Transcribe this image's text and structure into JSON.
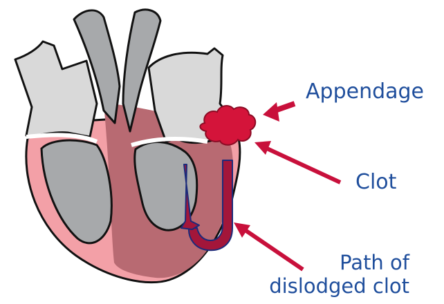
{
  "labels": {
    "appendage": "Appendage",
    "clot": "Clot",
    "path_line1": "Path of",
    "path_line2": "dislodged clot"
  },
  "colors": {
    "heart_pink": "#f3a0a7",
    "heart_muscle": "#b86a72",
    "chamber_gray": "#a7a9ab",
    "atrium_light_gray": "#d9d9d9",
    "outline": "#111111",
    "clot_red": "#d4143a",
    "arrow_red": "#c8103b",
    "path_arrow_dark": "#a3163a",
    "path_arrow_outline": "#1b2a7a",
    "label_blue": "#1f4e9c"
  },
  "icons": {
    "clot_shape": "blood-clot-icon",
    "pointer_arrow": "red-arrow-icon"
  }
}
